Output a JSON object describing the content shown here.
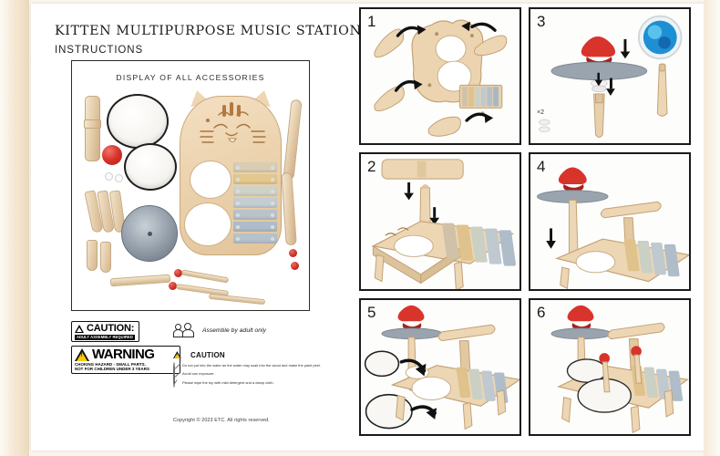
{
  "document": {
    "title": "KITTEN MULTIPURPOSE MUSIC STATION",
    "subtitle": "INSTRUCTIONS"
  },
  "accessories": {
    "heading": "DISPLAY OF ALL ACCESSORIES",
    "parts": [
      {
        "name": "drum-post",
        "label": "Drum post"
      },
      {
        "name": "drum-head-large",
        "label": "Large drum head"
      },
      {
        "name": "drum-head-small",
        "label": "Small drum head"
      },
      {
        "name": "red-ball-knob",
        "label": "Red ball knob"
      },
      {
        "name": "cymbal-plate",
        "label": "Cymbal plate"
      },
      {
        "name": "cat-board",
        "label": "Kitten body board with xylophone"
      },
      {
        "name": "leg",
        "label": "Leg"
      },
      {
        "name": "mallet",
        "label": "Mallet"
      },
      {
        "name": "washer",
        "label": "Washer"
      },
      {
        "name": "cross-bar",
        "label": "Cross bar"
      }
    ],
    "xylophone_bar_colors": [
      "#d9cdb4",
      "#e3c88d",
      "#cfd3c6",
      "#c3cdd2",
      "#b9c3c8",
      "#aebdc9",
      "#b6c2cb"
    ]
  },
  "safety": {
    "caution_box": {
      "heading": "CAUTION:",
      "sub": "ADULT ASSEMBLY REQUIRED"
    },
    "warning_box": {
      "heading": "WARNING",
      "choking": "CHOKING",
      "line1": "HAZARD - SMALL PARTS.",
      "line2": "NOT FOR CHILDREN UNDER 3 YEARS"
    },
    "adult_note": "Assemble by adult only",
    "care": {
      "heading": "CAUTION",
      "items": [
        "Do not put into the water as the water may soak into the wood and make the paint peel.",
        "Avoid sun exposure.",
        "Please wipe the toy with mild detergent and a damp cloth."
      ]
    },
    "copyright": "Copyright © 2023 ETC. All rights reserved."
  },
  "steps": [
    {
      "number": "1",
      "caption": "",
      "repeat": ""
    },
    {
      "number": "2",
      "caption": "",
      "repeat": ""
    },
    {
      "number": "3",
      "caption": "",
      "repeat": "×2"
    },
    {
      "number": "4",
      "caption": "",
      "repeat": ""
    },
    {
      "number": "5",
      "caption": "",
      "repeat": ""
    },
    {
      "number": "6",
      "caption": "",
      "repeat": ""
    }
  ],
  "colors": {
    "page_background": "#faf6ee",
    "sheet": "#ffffff",
    "wood_light": "#f2e3cb",
    "wood_mid": "#e6cfac",
    "wood_dark": "#d6ba92",
    "red": "#d8342b",
    "cymbal_grey": "#9ea8b2",
    "blue_inset": "#1f8fd4",
    "ink": "#1a1a1a",
    "warning_yellow": "#f6c915"
  }
}
